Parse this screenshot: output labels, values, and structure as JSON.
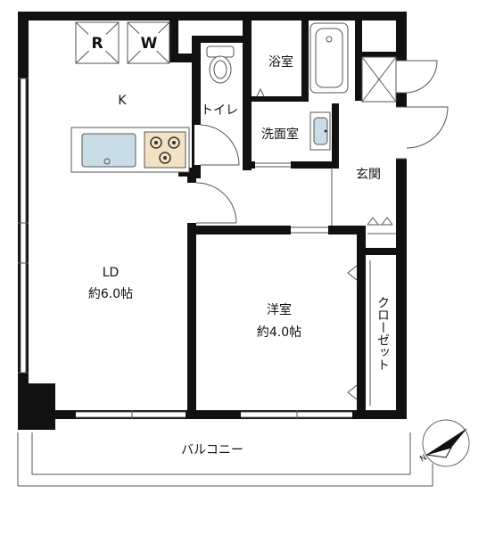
{
  "floorplan": {
    "rooms": {
      "kitchen": "K",
      "ld_name": "LD",
      "ld_size": "約6.0帖",
      "western_name": "洋室",
      "western_size": "約4.0帖",
      "bath": "浴室",
      "toilet": "トイレ",
      "washroom": "洗面室",
      "entrance": "玄関",
      "closet": "クローゼット",
      "balcony": "バルコニー"
    },
    "storage": {
      "refrigerator": "R",
      "washer": "W"
    },
    "compass": {
      "north": "N"
    }
  }
}
